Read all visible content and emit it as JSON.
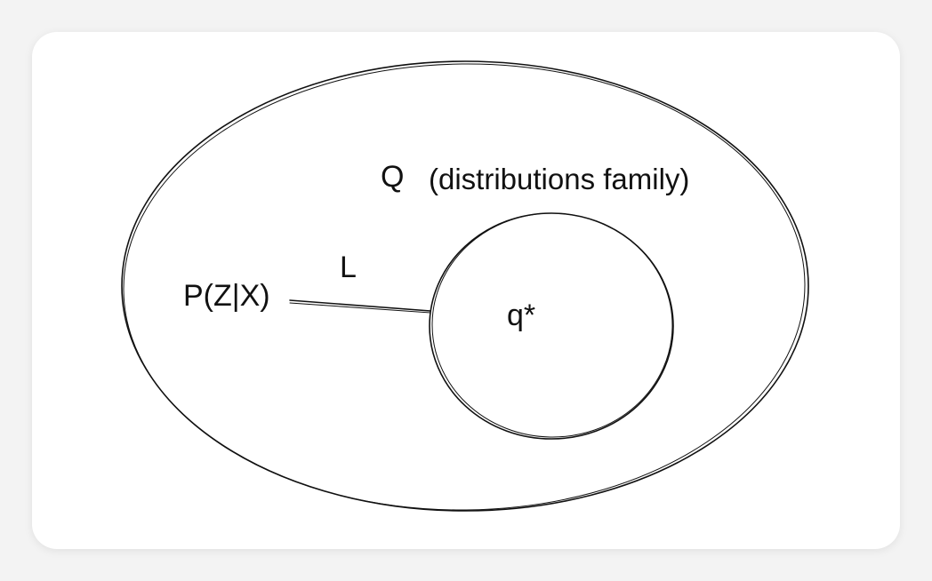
{
  "diagram": {
    "outer_set_label": "Q",
    "outer_set_description": "(distributions family)",
    "distance_label": "L",
    "true_posterior_label": "P(Z|X)",
    "optimal_label": "q*"
  },
  "colors": {
    "stroke": "#111111",
    "background": "#ffffff",
    "page": "#f3f3f3"
  }
}
